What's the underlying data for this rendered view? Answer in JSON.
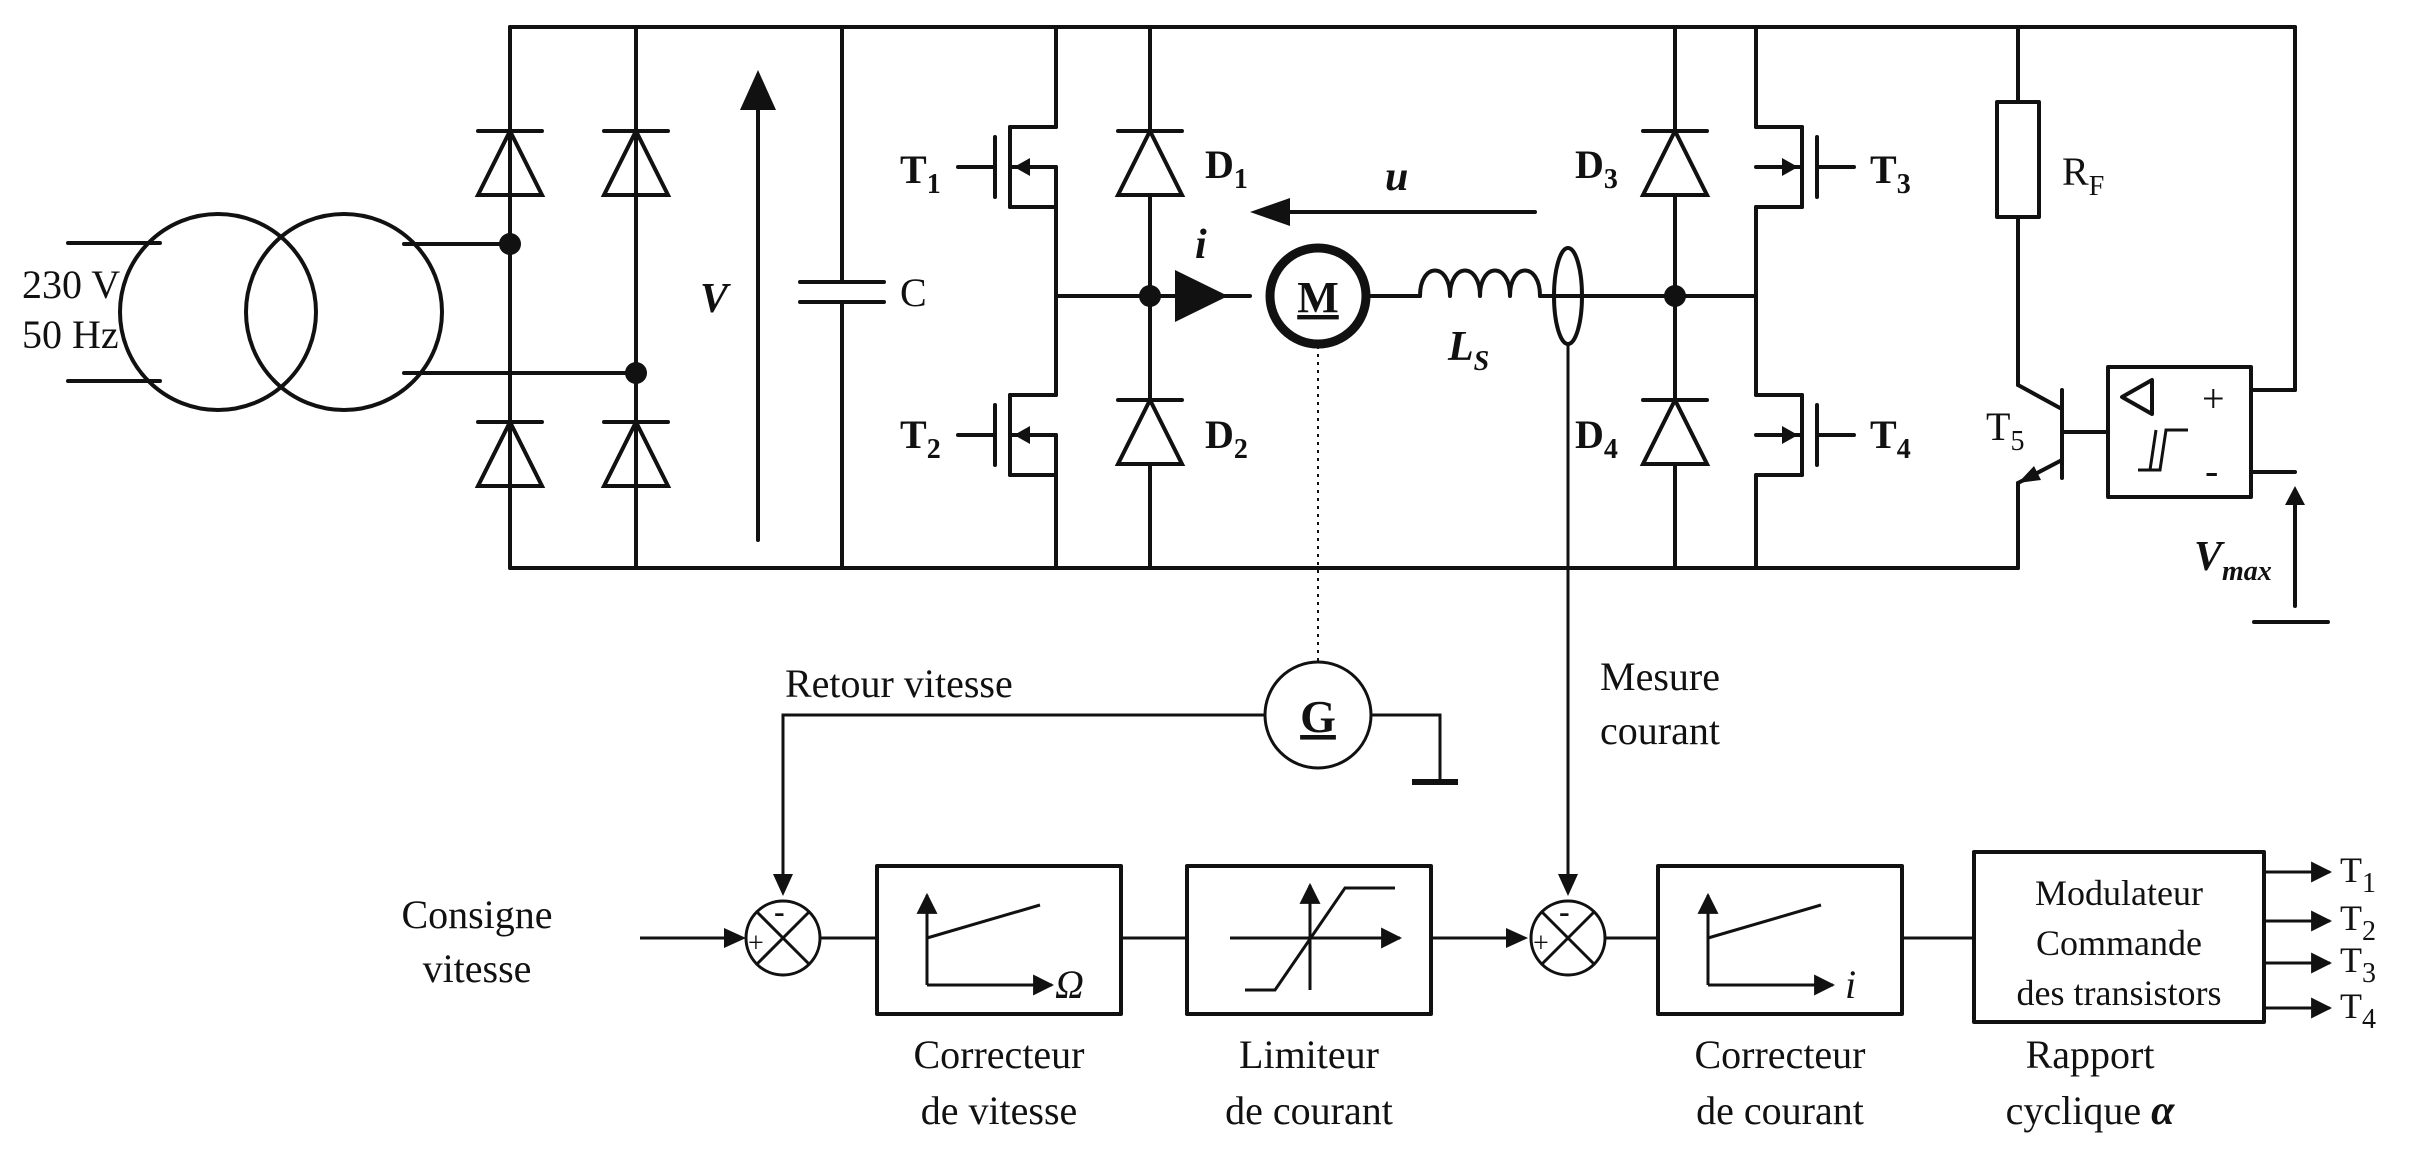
{
  "source": {
    "voltage": "230 V",
    "frequency": "50 Hz"
  },
  "components": {
    "capacitor": "C",
    "dc_voltage": "V",
    "transistors": [
      {
        "base": "T",
        "sub": "1"
      },
      {
        "base": "T",
        "sub": "2"
      },
      {
        "base": "T",
        "sub": "3"
      },
      {
        "base": "T",
        "sub": "4"
      },
      {
        "base": "T",
        "sub": "5"
      }
    ],
    "diodes": [
      {
        "base": "D",
        "sub": "1"
      },
      {
        "base": "D",
        "sub": "2"
      },
      {
        "base": "D",
        "sub": "3"
      },
      {
        "base": "D",
        "sub": "4"
      }
    ],
    "current": "i",
    "motor_voltage": "u",
    "motor": "M",
    "inductor": {
      "base": "L",
      "sub": "S"
    },
    "resistor": {
      "base": "R",
      "sub": "F"
    },
    "vmax": {
      "base": "V",
      "sub": "max"
    },
    "comparator_plus": "+",
    "comparator_minus": "-",
    "generator": "G"
  },
  "labels": {
    "speed_feedback": "Retour vitesse",
    "current_measure": [
      "Mesure",
      "courant"
    ],
    "speed_setpoint": [
      "Consigne",
      "vitesse"
    ]
  },
  "summers": [
    {
      "plus": "+",
      "minus": "-"
    },
    {
      "plus": "+",
      "minus": "-"
    }
  ],
  "blocks": {
    "speed_corrector": {
      "axis": "Ω",
      "caption": [
        "Correcteur",
        "de vitesse"
      ]
    },
    "current_limiter": {
      "caption": [
        "Limiteur",
        "de courant"
      ]
    },
    "current_corrector": {
      "axis": "i",
      "caption": [
        "Correcteur",
        "de courant"
      ]
    },
    "modulator": {
      "lines": [
        "Modulateur",
        "Commande",
        "des transistors"
      ],
      "caption": [
        "Rapport",
        "cyclique"
      ],
      "alpha": "α",
      "outputs": [
        {
          "base": "T",
          "sub": "1"
        },
        {
          "base": "T",
          "sub": "2"
        },
        {
          "base": "T",
          "sub": "3"
        },
        {
          "base": "T",
          "sub": "4"
        }
      ]
    }
  }
}
